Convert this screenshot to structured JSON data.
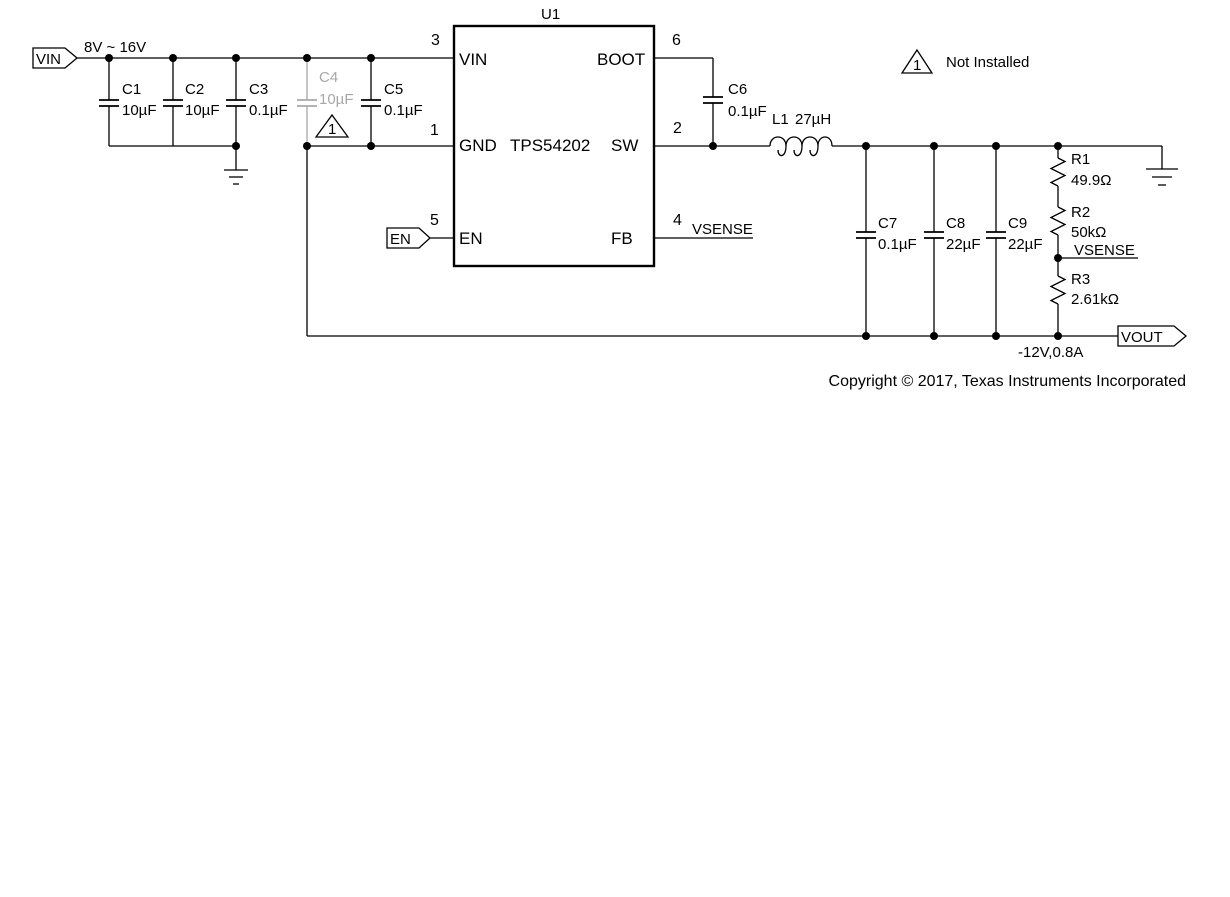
{
  "ic": {
    "ref": "U1",
    "part": "TPS54202"
  },
  "pins": {
    "vin": {
      "num": "3",
      "name": "VIN"
    },
    "gnd": {
      "num": "1",
      "name": "GND"
    },
    "en": {
      "num": "5",
      "name": "EN"
    },
    "boot": {
      "num": "6",
      "name": "BOOT"
    },
    "sw": {
      "num": "2",
      "name": "SW"
    },
    "fb": {
      "num": "4",
      "name": "FB"
    }
  },
  "ports": {
    "vin": "VIN",
    "en": "EN",
    "vout": "VOUT"
  },
  "nets": {
    "vin_range": "8V ~ 16V",
    "vsense": "VSENSE",
    "vout_spec": "-12V,0.8A"
  },
  "components": {
    "c1": {
      "ref": "C1",
      "value": "10µF"
    },
    "c2": {
      "ref": "C2",
      "value": "10µF"
    },
    "c3": {
      "ref": "C3",
      "value": "0.1µF"
    },
    "c4": {
      "ref": "C4",
      "value": "10µF",
      "installed": false
    },
    "c5": {
      "ref": "C5",
      "value": "0.1µF"
    },
    "c6": {
      "ref": "C6",
      "value": "0.1µF"
    },
    "l1": {
      "ref": "L1",
      "value": "27µH"
    },
    "c7": {
      "ref": "C7",
      "value": "0.1µF"
    },
    "c8": {
      "ref": "C8",
      "value": "22µF"
    },
    "c9": {
      "ref": "C9",
      "value": "22µF"
    },
    "r1": {
      "ref": "R1",
      "value": "49.9Ω"
    },
    "r2": {
      "ref": "R2",
      "value": "50kΩ"
    },
    "r3": {
      "ref": "R3",
      "value": "2.61kΩ"
    }
  },
  "legend": {
    "marker": "1",
    "text": "Not Installed"
  },
  "copyright": "Copyright © 2017, Texas Instruments Incorporated",
  "colors": {
    "ink": "#000000",
    "not_installed": "#a8a8a8",
    "background": "#ffffff"
  }
}
